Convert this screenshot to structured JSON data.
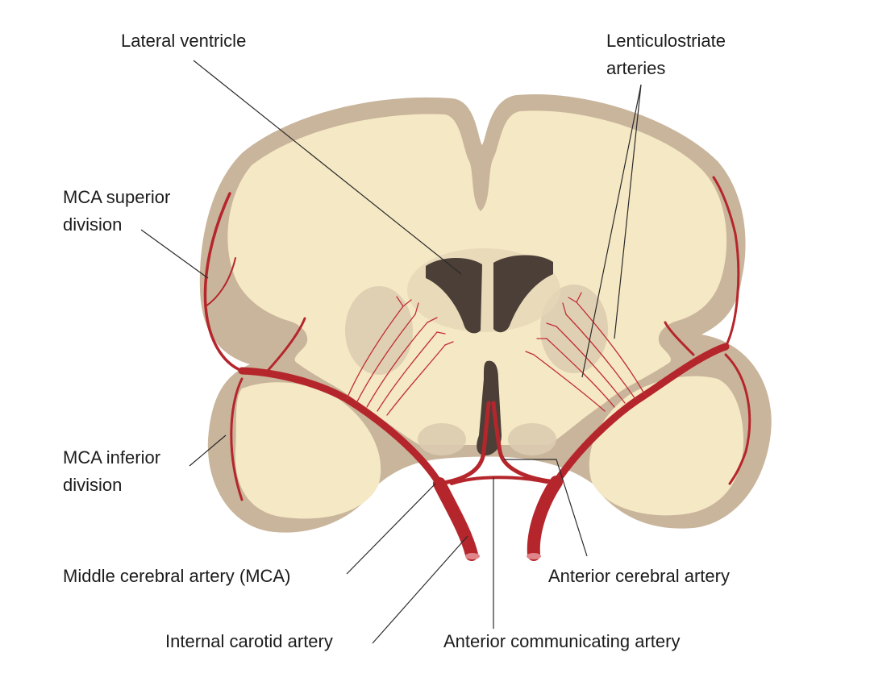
{
  "labels": {
    "lateral_ventricle": "Lateral ventricle",
    "lenticulostriate_line1": "Lenticulostriate",
    "lenticulostriate_line2": "arteries",
    "mca_superior_line1": "MCA superior",
    "mca_superior_line2": "division",
    "mca_inferior_line1": "MCA inferior",
    "mca_inferior_line2": "division",
    "middle_cerebral_artery": "Middle cerebral artery (MCA)",
    "internal_carotid_artery": "Internal carotid artery",
    "anterior_communicating_artery": "Anterior communicating artery",
    "anterior_cerebral_artery": "Anterior cerebral artery"
  },
  "colors": {
    "cortex": "#c9b59b",
    "white_matter": "#f5e8c4",
    "deep_nuclei": "#dccbb0",
    "ventricle": "#4b3f37",
    "artery": "#b5262c",
    "artery_highlight": "#e0868a"
  }
}
